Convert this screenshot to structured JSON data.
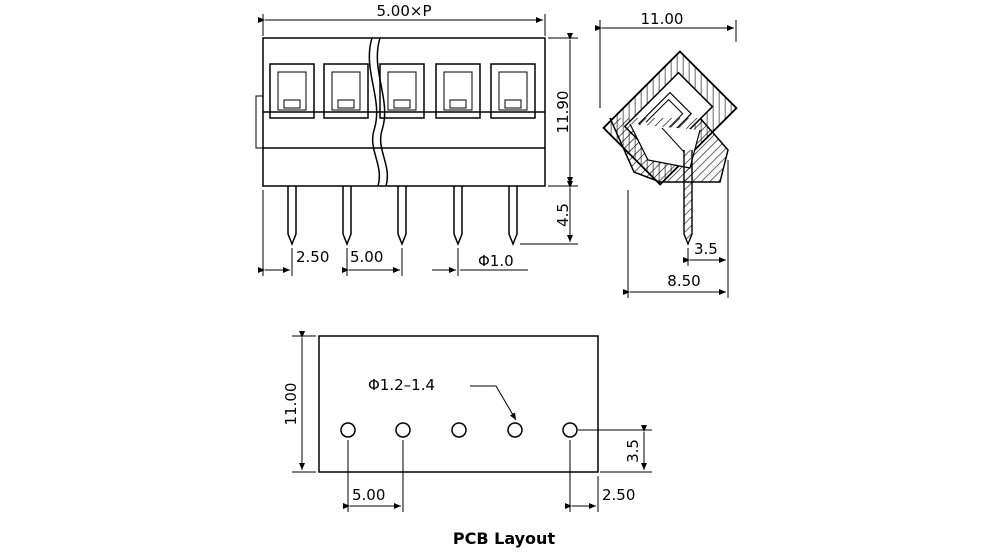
{
  "front_view": {
    "width_label": "5.00×P",
    "height_label": "11.90",
    "pin_length_label": "4.5",
    "pitch_offset_label": "2.50",
    "pitch_label": "5.00",
    "pin_diameter_label": "Φ1.0"
  },
  "side_view": {
    "top_width_label": "11.00",
    "pin_offset_label": "3.5",
    "base_width_label": "8.50"
  },
  "pcb_layout": {
    "title": "PCB Layout",
    "height_label": "11.00",
    "hole_diameter_label": "Φ1.2–1.4",
    "pitch_label": "5.00",
    "hole_offset_label": "3.5",
    "edge_offset_label": "2.50"
  }
}
